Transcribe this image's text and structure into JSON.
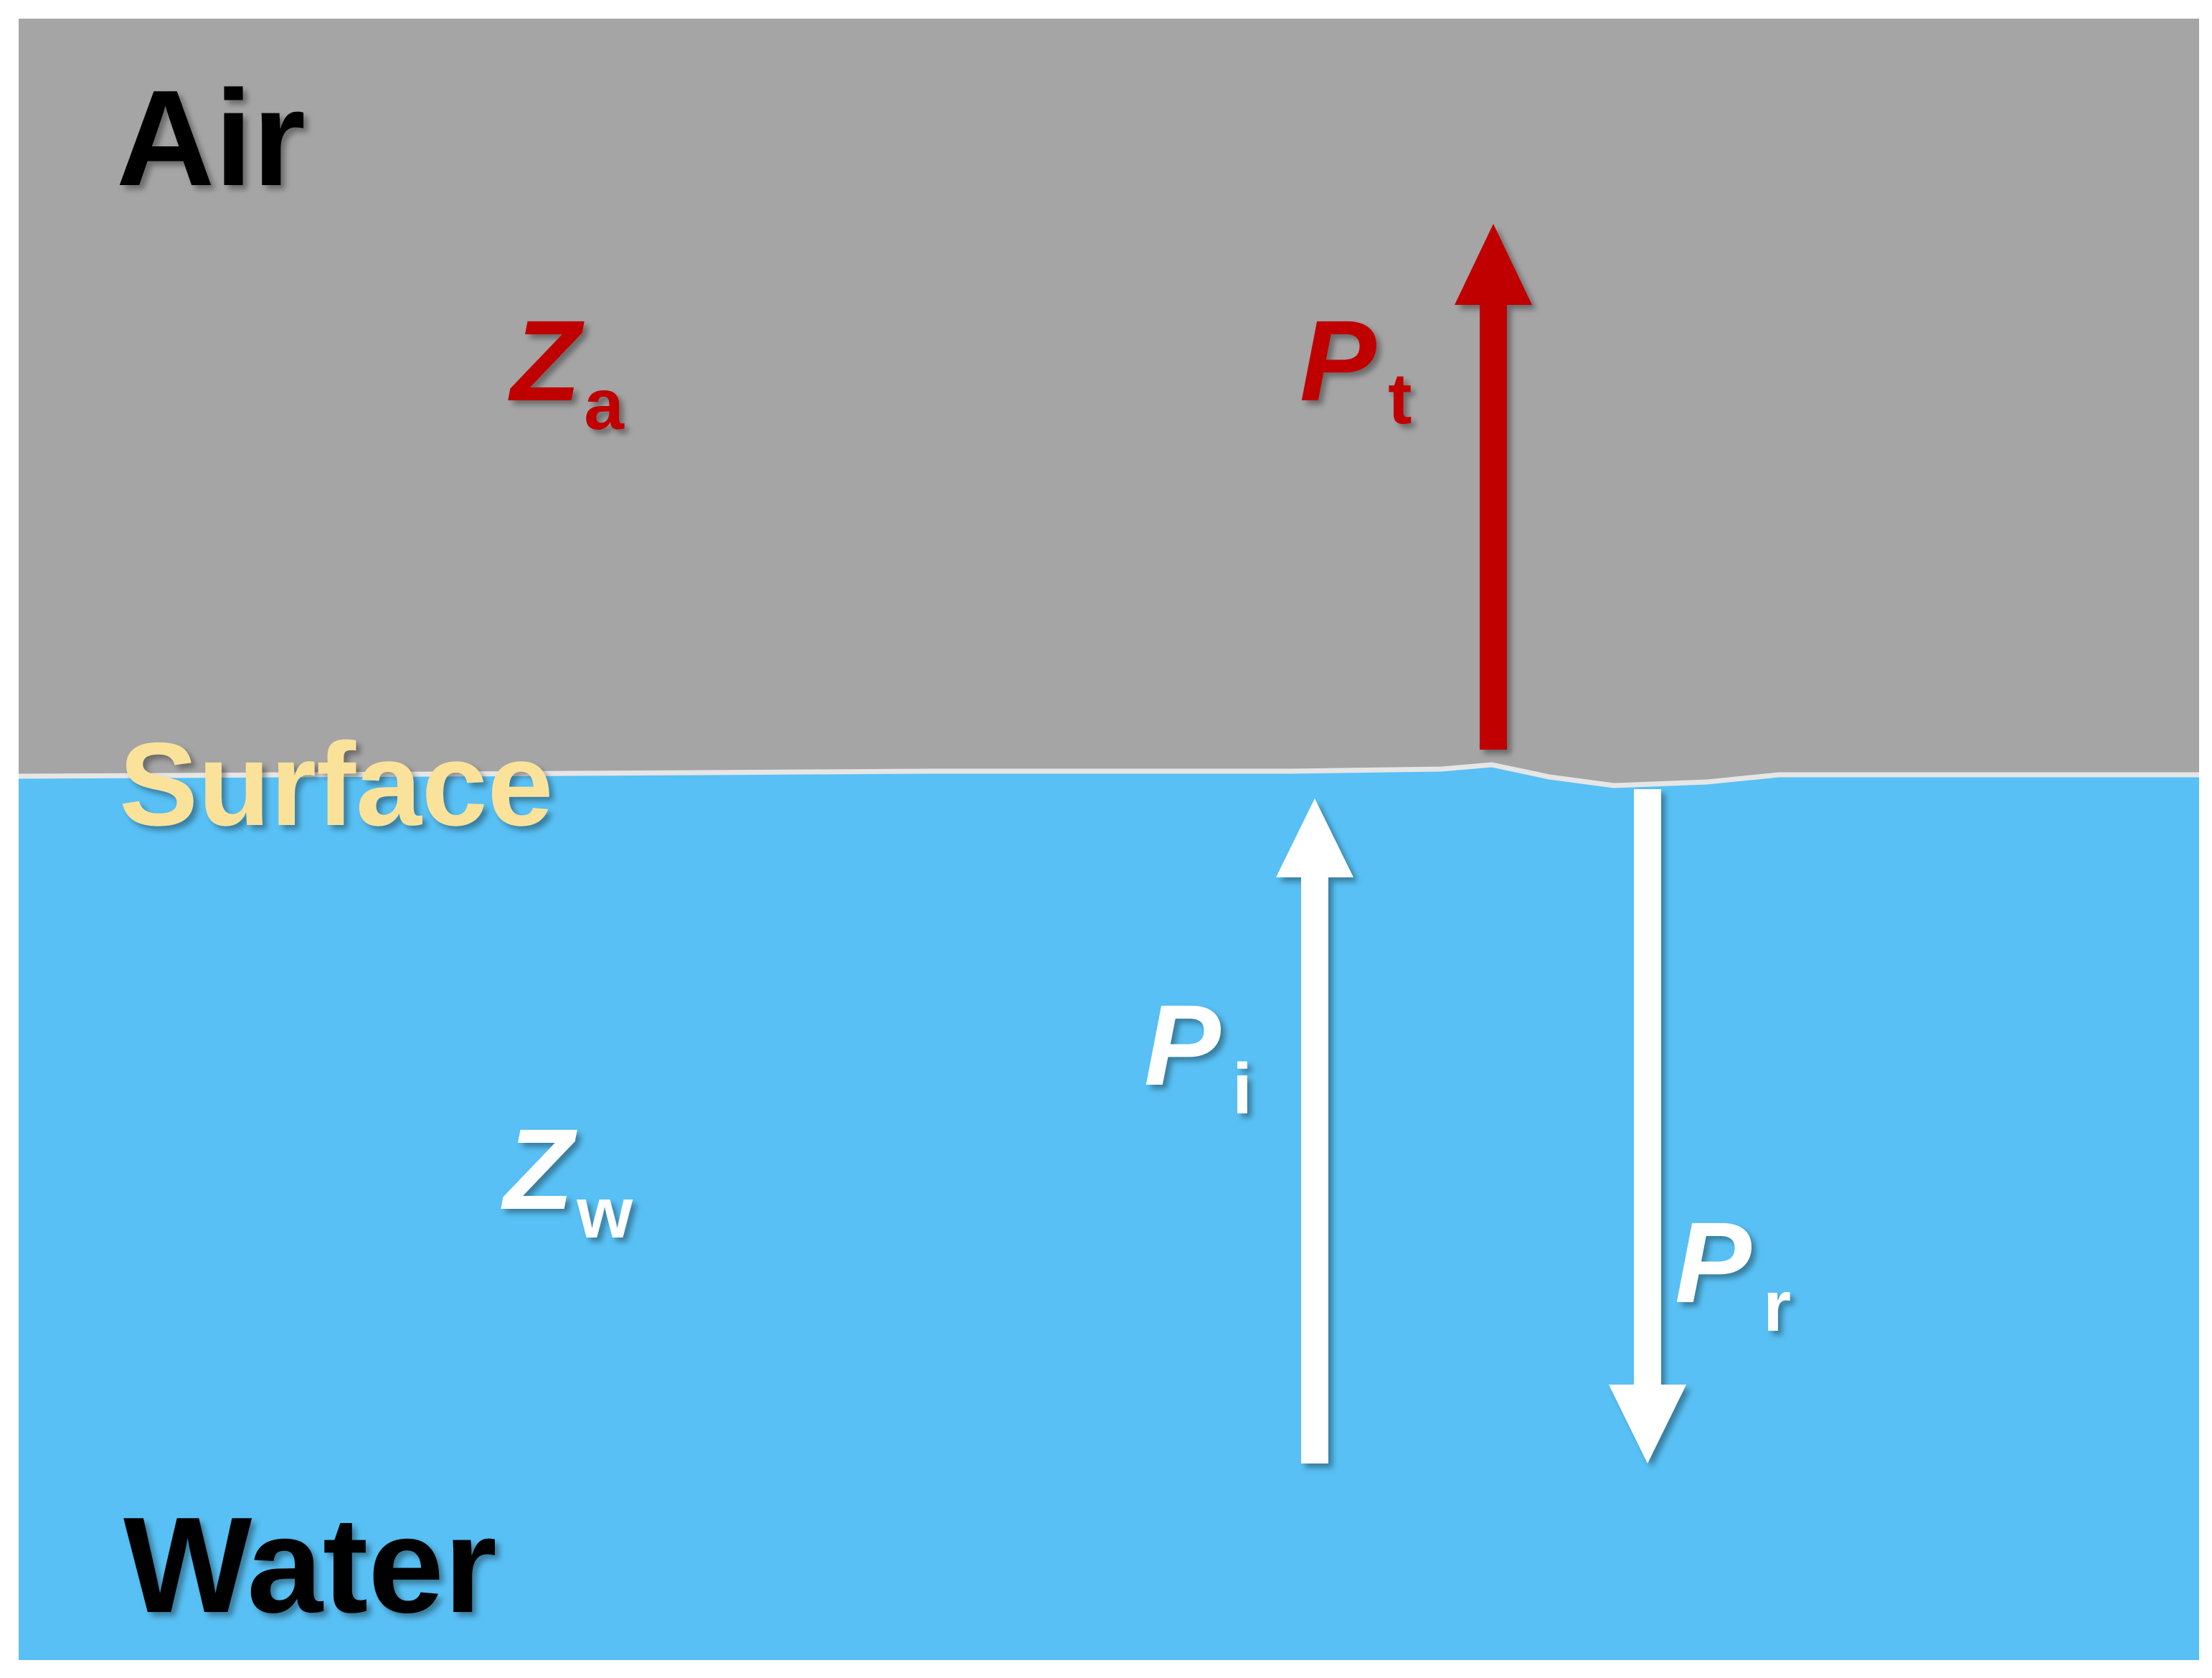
{
  "media": {
    "top": {
      "label": "Air",
      "impedance_symbol": "Z",
      "impedance_subscript": "a"
    },
    "interface": {
      "label": "Surface"
    },
    "bottom": {
      "label": "Water",
      "impedance_symbol": "Z",
      "impedance_subscript": "w"
    }
  },
  "waves": {
    "transmitted": {
      "symbol": "P",
      "subscript": "t",
      "direction": "up"
    },
    "incident": {
      "symbol": "P",
      "subscript": "i",
      "direction": "up"
    },
    "reflected": {
      "symbol": "P",
      "subscript": "r",
      "direction": "down"
    }
  },
  "colors": {
    "air": "#a5a5a5",
    "water": "#58c0f4",
    "surface_line": "#e6e6e6",
    "media_label": "#000000",
    "surface_label": "#fbe29a",
    "air_accent": "#c00000",
    "water_accent": "#ffffff"
  }
}
